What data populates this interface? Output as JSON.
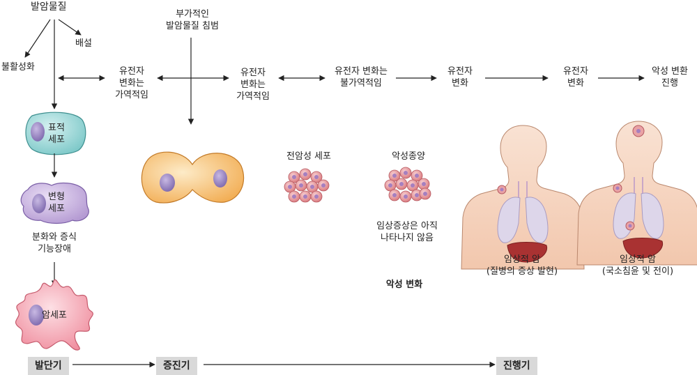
{
  "carcinogen": {
    "title": "발암물질",
    "excretion": "배설",
    "inactivation": "불활성화"
  },
  "cells": {
    "target": "표적\n세포",
    "transformed": "변형\n세포",
    "dysfunction": "분화와 증식\n기능장애",
    "cancer": "암세포"
  },
  "steps": {
    "reversible_a": "유전자\n변화는\n가역적임",
    "additional_carcinogen": "부가적인\n발암물질 침범",
    "reversible_b": "유전자\n변화는\n가역적임",
    "irreversible": "유전자 변화는\n불가역적임",
    "gene_change_a": "유전자\n변화",
    "gene_change_b": "유전자\n변화",
    "malignant_progress": "악성 변환\n진행"
  },
  "mid": {
    "precancerous": "전암성 세포",
    "malignant_tumor": "악성종양",
    "no_symptoms": "임상증상은 아직\n나타나지 않음",
    "malignant_transformation": "악성 변화"
  },
  "clinical": {
    "cancer_a": "임상적 암\n(질병의 증상 발현)",
    "cancer_b": "임상적 암\n(국소침윤 및 전이)"
  },
  "stages": {
    "initiation": "발단기",
    "promotion": "증진기",
    "progression": "진행기"
  },
  "colors": {
    "target_cell": "#8fd3d3",
    "transformed_cell": "#c9b3e0",
    "cancer_cell": "#f5a3b0",
    "nucleus": "#9a86c2",
    "promo_cell": "#f7bf73",
    "cluster_cell": "#e9a2a5",
    "body": "#f6d6c3",
    "lung": "#ddd6ea",
    "liver": "#a33030",
    "stage_bar": "#d9d9d9"
  },
  "icons": [
    "arrow-icon",
    "bidirectional-arrow-icon",
    "cell-icon",
    "human-torso-icon",
    "lung-icon",
    "liver-icon",
    "tumor-icon"
  ]
}
